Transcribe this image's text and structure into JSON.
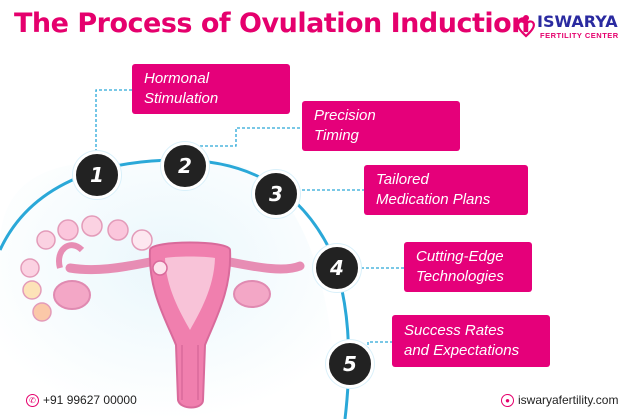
{
  "title": "The Process of Ovulation Induction",
  "brand": {
    "name": "ISWARYA",
    "tagline": "FERTILITY CENTER",
    "mark_icon": "heart-person-icon"
  },
  "steps": [
    {
      "number": "1",
      "line1": "Hormonal",
      "line2": "Stimulation"
    },
    {
      "number": "2",
      "line1": "Precision",
      "line2": "Timing"
    },
    {
      "number": "3",
      "line1": "Tailored",
      "line2": "Medication Plans"
    },
    {
      "number": "4",
      "line1": "Cutting-Edge",
      "line2": "Technologies"
    },
    {
      "number": "5",
      "line1": "Success Rates",
      "line2": "and Expectations"
    }
  ],
  "footer": {
    "phone": "+91 99627 00000",
    "phone_icon": "phone-icon",
    "website": "iswaryafertility.com",
    "website_icon": "globe-icon"
  },
  "colors": {
    "accent": "#e5007a",
    "title": "#e5006d",
    "brand_blue": "#2a2aa0",
    "step_fill": "#222222",
    "connector": "#2aa8d8"
  }
}
